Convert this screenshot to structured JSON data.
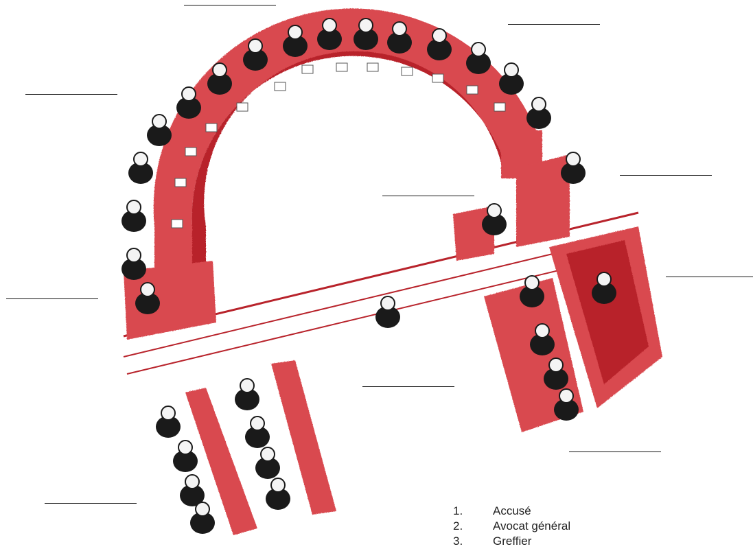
{
  "colors": {
    "furniture": "#d94a50",
    "furniture_dark": "#b8232b",
    "figure": "#1a1a1a",
    "floor_line": "#b8232b"
  },
  "blanks": [
    {
      "id": "blank-top-left",
      "text": ""
    },
    {
      "id": "blank-top-right",
      "text": ""
    },
    {
      "id": "blank-upper-left",
      "text": ""
    },
    {
      "id": "blank-right-upper",
      "text": ""
    },
    {
      "id": "blank-center",
      "text": ""
    },
    {
      "id": "blank-left",
      "text": ""
    },
    {
      "id": "blank-right",
      "text": ""
    },
    {
      "id": "blank-bottom-center",
      "text": ""
    },
    {
      "id": "blank-bottom-right",
      "text": ""
    },
    {
      "id": "blank-bottom-left",
      "text": ""
    }
  ],
  "legend": [
    {
      "number": "1.",
      "label": "Accusé"
    },
    {
      "number": "2.",
      "label": "Avocat général"
    },
    {
      "number": "3.",
      "label": "Greffier"
    }
  ]
}
